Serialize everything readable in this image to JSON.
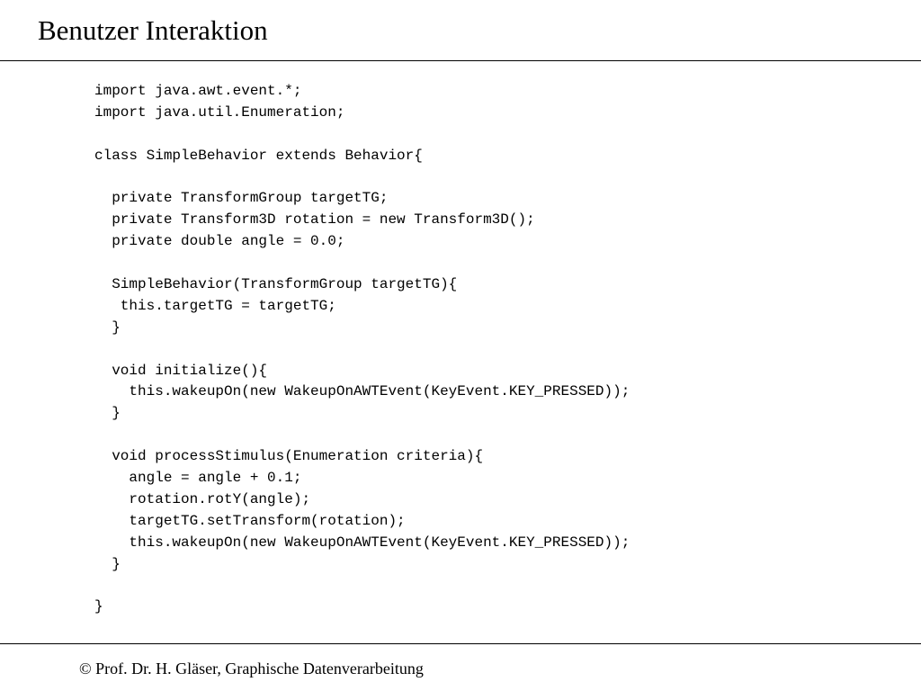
{
  "slide": {
    "title": "Benutzer Interaktion",
    "footer": "© Prof. Dr. H. Gläser, Graphische Datenverarbeitung"
  },
  "code": {
    "language": "java",
    "lines": [
      "import java.awt.event.*;",
      "import java.util.Enumeration;",
      "",
      "class SimpleBehavior extends Behavior{",
      "",
      "  private TransformGroup targetTG;",
      "  private Transform3D rotation = new Transform3D();",
      "  private double angle = 0.0;",
      "",
      "  SimpleBehavior(TransformGroup targetTG){",
      "   this.targetTG = targetTG;",
      "  }",
      "",
      "  void initialize(){",
      "    this.wakeupOn(new WakeupOnAWTEvent(KeyEvent.KEY_PRESSED));",
      "  }",
      "",
      "  void processStimulus(Enumeration criteria){",
      "    angle = angle + 0.1;",
      "    rotation.rotY(angle);",
      "    targetTG.setTransform(rotation);",
      "    this.wakeupOn(new WakeupOnAWTEvent(KeyEvent.KEY_PRESSED));",
      "  }",
      "",
      "}"
    ]
  }
}
